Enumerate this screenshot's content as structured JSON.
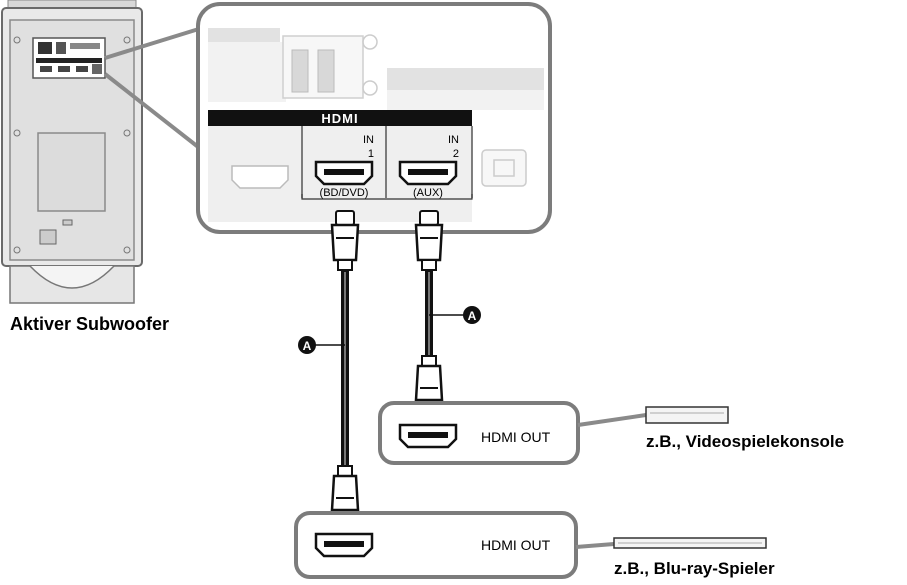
{
  "subwoofer": {
    "label": "Aktiver Subwoofer"
  },
  "panel": {
    "hdmi_logo": "HDMI",
    "ports": [
      {
        "label_top": "IN",
        "label_num": "1",
        "label_sub": "(BD/DVD)"
      },
      {
        "label_top": "IN",
        "label_num": "2",
        "label_sub": "(AUX)"
      }
    ]
  },
  "cables": [
    {
      "marker": "A"
    },
    {
      "marker": "A"
    }
  ],
  "devices": [
    {
      "port_label": "HDMI OUT",
      "caption": "z.B., Videospielekonsole"
    },
    {
      "port_label": "HDMI OUT",
      "caption": "z.B., Blu-ray-Spieler"
    }
  ]
}
